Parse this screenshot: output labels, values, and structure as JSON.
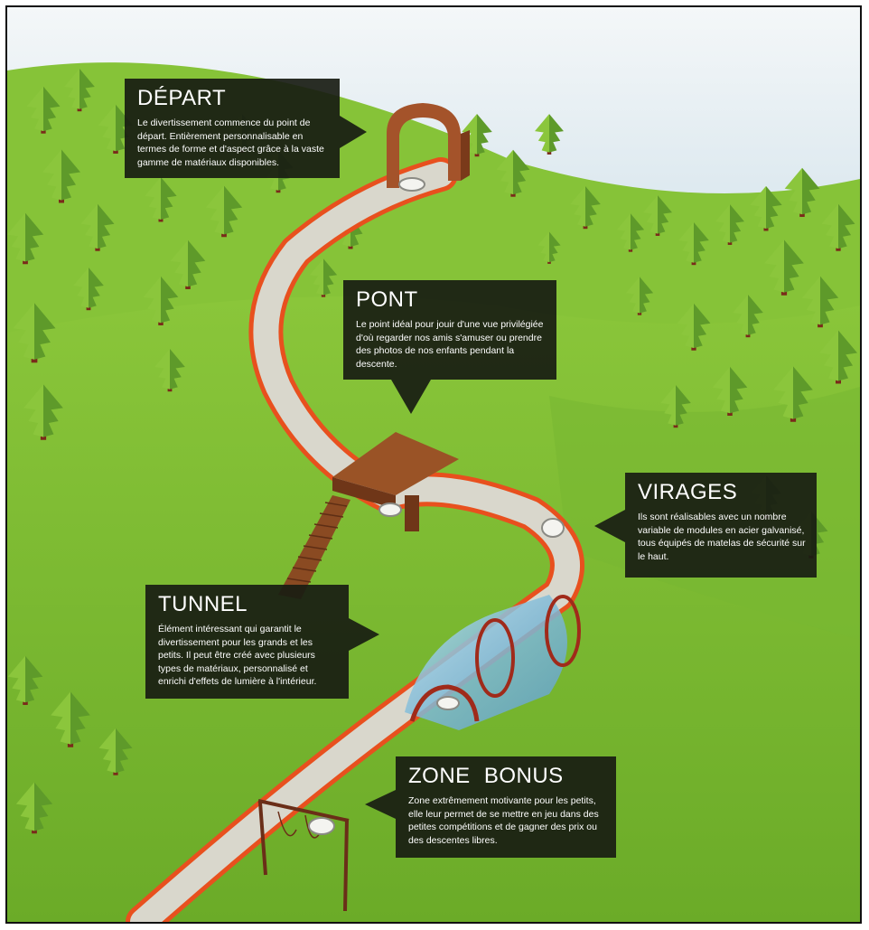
{
  "colors": {
    "sky": "#dde9f0",
    "grass": "#7dbc2e",
    "grass_dark": "#5d9a22",
    "tree": "#8bc63c",
    "tree_dark": "#5e9a2a",
    "trunk": "#7a2a1a",
    "track": "#d9d7cc",
    "track_edge": "#e8501e",
    "wood": "#8e4a22",
    "tube": "#8ec6e0",
    "callout_bg": "#181c12"
  },
  "callouts": {
    "depart": {
      "title": "DÉPART",
      "text": "Le divertissement commence du point de départ. Entièrement personnalisable en termes de forme et d'aspect grâce à la vaste gamme de matériaux disponibles."
    },
    "pont": {
      "title": "PONT",
      "text": "Le point idéal pour jouir d'une vue privilégiée d'où regarder nos amis s'amuser ou prendre des photos de nos enfants pendant la descente."
    },
    "virages": {
      "title": "VIRAGES",
      "text": "Ils sont réalisables avec un nombre variable de modules en acier galvanisé, tous équipés de matelas de sécurité sur le haut."
    },
    "tunnel": {
      "title": "TUNNEL",
      "text": "Élément intéressant qui garantit le divertissement pour les grands et les petits. Il peut être créé avec plusieurs types de matériaux, personnalisé et enrichi d'effets de lumière à l'intérieur."
    },
    "zone_bonus": {
      "title": "ZONE BONUS",
      "text": "Zone extrêmement motivante pour les petits, elle leur permet de se mettre en jeu dans des petites compétitions et de gagner des prix ou des descentes libres."
    }
  }
}
